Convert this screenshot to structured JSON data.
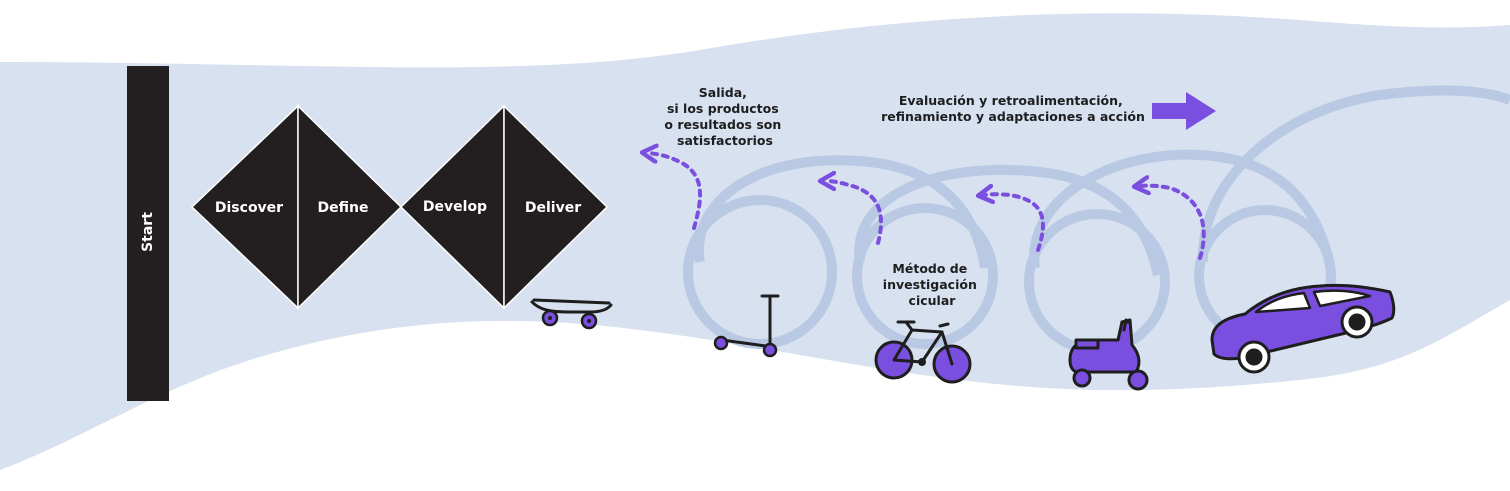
{
  "colors": {
    "band": "#d8e1f0",
    "loop": "#bac9e3",
    "dark": "#231f20",
    "purple": "#7a4fe0",
    "vehicle_outline": "#1e1e1e"
  },
  "start_label": "Start",
  "phases": [
    "Discover",
    "Define",
    "Develop",
    "Deliver"
  ],
  "exit_note": [
    "Salida,",
    "si los productos",
    "o resultados son",
    "satisfactorios"
  ],
  "feedback_note": [
    "Evaluación y retroalimentación,",
    "refinamiento y adaptaciones a acción"
  ],
  "method_note": [
    "Método de",
    "investigación",
    "cicular"
  ],
  "vehicles": [
    {
      "name": "skateboard",
      "icon": "skateboard-icon"
    },
    {
      "name": "kick-scooter",
      "icon": "kick-scooter-icon"
    },
    {
      "name": "bicycle",
      "icon": "bicycle-icon"
    },
    {
      "name": "motor-scooter",
      "icon": "motor-scooter-icon"
    },
    {
      "name": "car",
      "icon": "car-icon"
    }
  ]
}
